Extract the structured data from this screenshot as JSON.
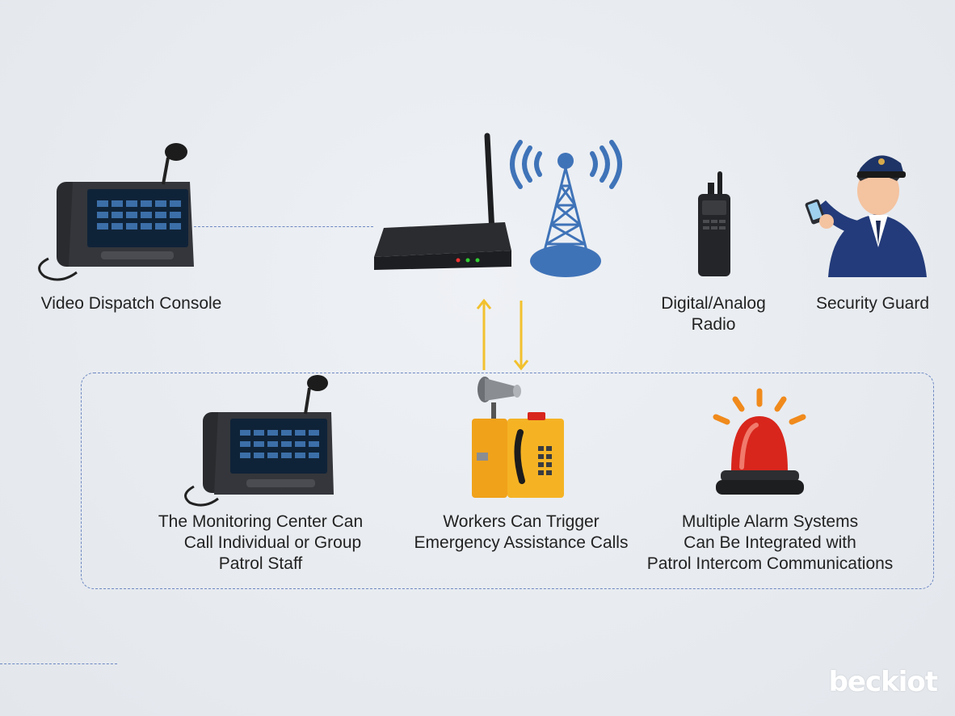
{
  "top_row": {
    "console_label": "Video Dispatch Console",
    "radio_label_line1": "Digital/Analog",
    "radio_label_line2": "Radio",
    "guard_label": "Security Guard"
  },
  "bottom_row": {
    "monitoring": [
      "The Monitoring Center Can",
      "Call Individual or Group",
      "Patrol Staff"
    ],
    "workers": [
      "Workers Can Trigger",
      "Emergency Assistance Calls"
    ],
    "alarms": [
      "Multiple Alarm Systems",
      "Can Be Integrated with",
      "Patrol Intercom Communications"
    ]
  },
  "brand": "beckiot",
  "colors": {
    "dashed": "#6d87c2",
    "arrow": "#f2c12e",
    "tower": "#3f73b8",
    "alarm": "#d8261c",
    "phone_box": "#f0a21a"
  }
}
